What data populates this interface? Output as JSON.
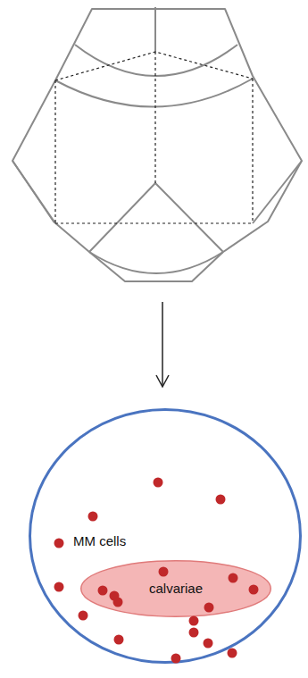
{
  "diagram": {
    "nodes": [
      {
        "text": [
          "MM cells"
        ]
      },
      {
        "text": [
          "calvariae"
        ],
        "in": 0
      }
    ]
  }
}
